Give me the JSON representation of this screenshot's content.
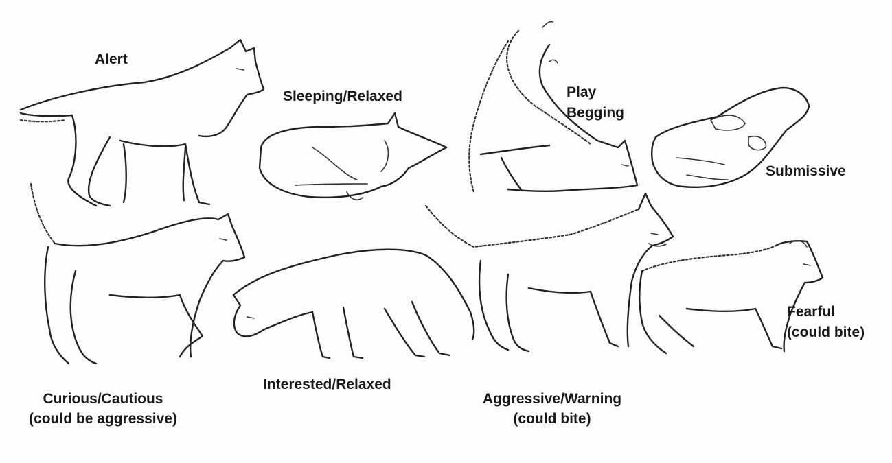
{
  "labels": {
    "alert": "Alert",
    "sleeping_relaxed": "Sleeping/Relaxed",
    "play_begging_line1": "Play",
    "play_begging_line2": "Begging",
    "submissive": "Submissive",
    "curious_cautious_line1": "Curious/Cautious",
    "curious_cautious_line2": "(could be aggressive)",
    "interested_relaxed": "Interested/Relaxed",
    "aggressive_warning_line1": "Aggressive/Warning",
    "aggressive_warning_line2": "(could bite)",
    "fearful_line1": "Fearful",
    "fearful_line2": "(could bite)"
  },
  "colors": {
    "ink": "#222222",
    "background": "#fdfdfd",
    "label_text": "#1a1a1a"
  }
}
